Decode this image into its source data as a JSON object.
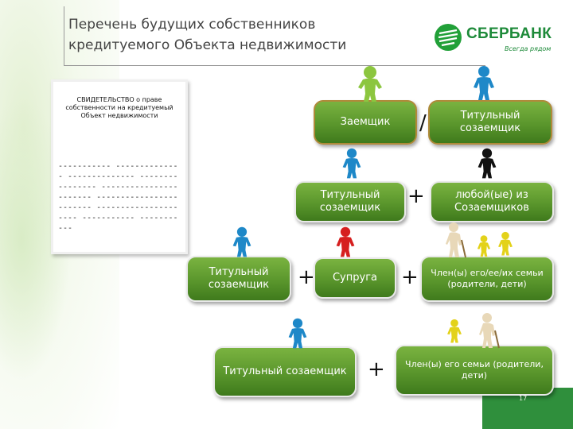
{
  "header": {
    "title_line1": "Перечень будущих собственников",
    "title_line2": "кредитуемого Объекта недвижимости"
  },
  "logo": {
    "name": "СБЕРБАНК",
    "slogan": "Всегда рядом",
    "icon": "sberbank-logo-icon",
    "color": "#1d8a39"
  },
  "certificate": {
    "title": "СВИДЕТЕЛЬСТВО о праве собственности на кредитуемый Объект недвижимости",
    "dashes": "----------- -------------- -------------- ---------------- ----------------------- ------------------------ --------------------- ----------- -----------"
  },
  "nodes": {
    "zaemshik": "Заемщик",
    "titular_top_right": "Титульный созаемщик",
    "titular_mid": "Титульный созаемщик",
    "any_co_borrower": "любой(ые) из Созаемщиков",
    "titular_left": "Титульный созаемщик",
    "spouse": "Супруга",
    "family_members_right": "Член(ы) его/ее/их семьи (родители, дети)",
    "titular_bottom": "Титульный созаемщик",
    "family_members_bottom": "Член(ы) его семьи (родители, дети)"
  },
  "operators": {
    "slash": "/",
    "plus": "+"
  },
  "page": {
    "number": "17"
  },
  "colors": {
    "node_green": "#5a962c",
    "page_bar": "#2f8f3c",
    "person_blue": "#1e88c8",
    "person_green": "#8cc63f",
    "person_red": "#d61f1f",
    "person_yellow": "#e3d21a",
    "person_black": "#111111"
  }
}
